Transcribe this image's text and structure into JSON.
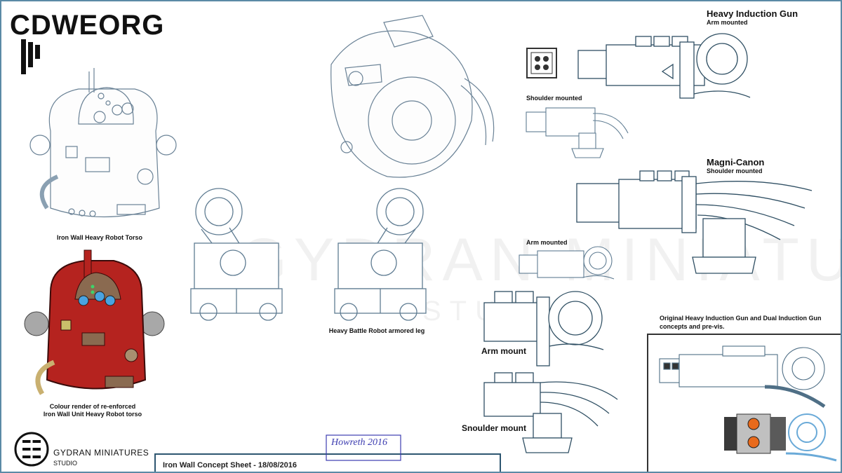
{
  "brand": {
    "logo": "CDWEORG",
    "studio_name": "GYDRAN MINIATURES",
    "studio_sub": "STUDIO",
    "watermark": "GYDRAN MINIATURES",
    "watermark_sub": "STUDIO"
  },
  "captions": {
    "torso": "Iron Wall Heavy Robot Torso",
    "colour_render_1": "Colour render of re-enforced",
    "colour_render_2": "Iron Wall Unit Heavy Robot torso",
    "leg": "Heavy Battle Robot armored leg",
    "heavy_gun_title": "Heavy Induction Gun",
    "heavy_gun_sub": "Arm mounted",
    "shoulder_mounted": "Shoulder mounted",
    "magni_title": "Magni-Canon",
    "magni_sub": "Shoulder mounted",
    "arm_mounted": "Arm mounted",
    "arm_mount": "Arm mount",
    "shoulder_mount": "Snoulder mount",
    "original_1": "Original Heavy Induction Gun and Dual Induction Gun",
    "original_2": "concepts and pre-vis."
  },
  "footer": {
    "sheet_title": "Iron Wall Concept Sheet - 18/08/2016",
    "signature": "Howreth 2016"
  },
  "colors": {
    "frame": "#5b8aa6",
    "line": "#4f6f86",
    "red": "#b5231f",
    "accent_blue": "#2d5670"
  }
}
